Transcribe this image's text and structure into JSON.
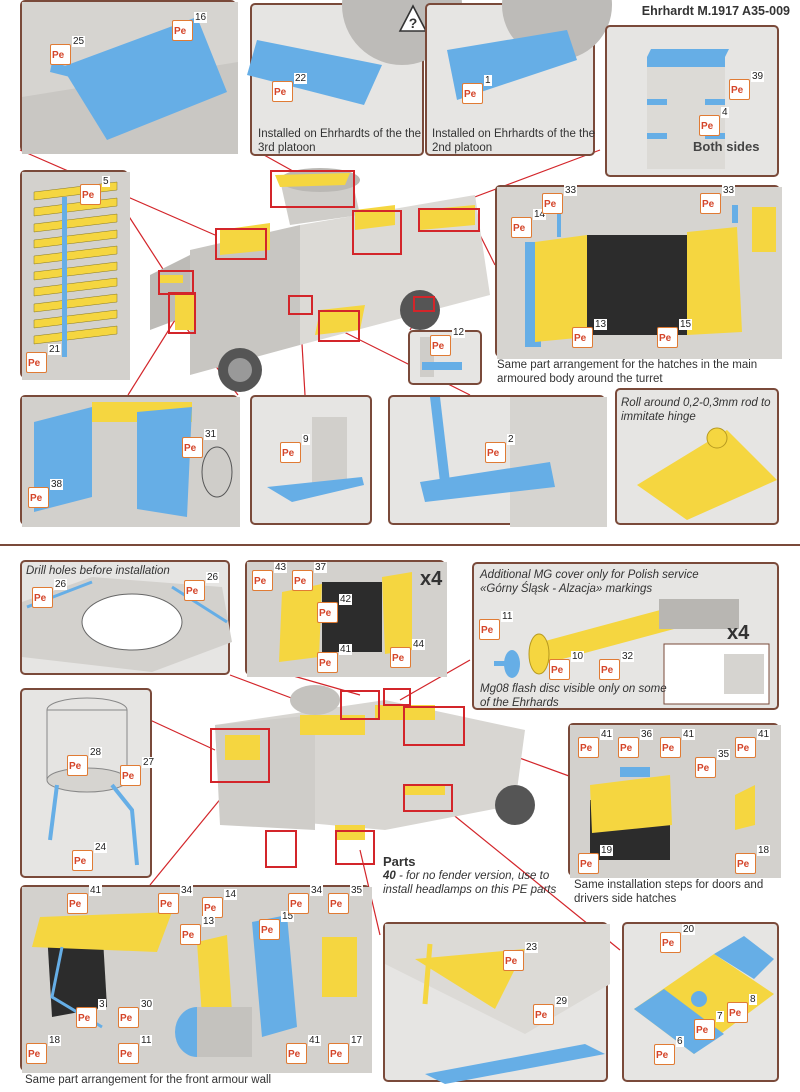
{
  "header": {
    "title": "Ehrhardt M.1917 A35-009"
  },
  "pe_prefix": "Pe",
  "colors": {
    "blue": "#66aee6",
    "yellow": "#f5d640",
    "frame": "#7a4a3a",
    "callout": "#d3252a",
    "tag": "#e07b34"
  },
  "top_panels": {
    "p3rd_caption": "Installed on Ehrhardts of the the 3rd platoon",
    "p2nd_caption": "Installed on Ehrhardts of the the 2nd platoon",
    "both_sides": "Both sides",
    "warning_symbol": "?",
    "hatch_caption": "Same part arrangement for the hatches in the main armoured body around the turret",
    "hinge_caption": "Roll around 0,2-0,3mm rod to immitate hinge"
  },
  "bottom_panels": {
    "drill_caption": "Drill holes before installation",
    "x4_a": "x4",
    "x4_b": "x4",
    "mg_caption": "Additional MG cover only for Polish service «Górny Śląsk - Alzacja» markings",
    "flash_caption": "Mg08 flash disc visible only on some of the Ehrhards",
    "parts_title": "Parts",
    "parts_num": "40",
    "parts_text": " - for no fender version, use to install headlamps on this PE parts",
    "doors_caption": "Same installation steps for doors and drivers side hatches",
    "front_caption": "Same part arrangement for the front armour wall"
  },
  "tags": [
    "25",
    "16",
    "22",
    "1",
    "39",
    "4",
    "5",
    "21",
    "14",
    "33",
    "33",
    "13",
    "15",
    "12",
    "38",
    "31",
    "9",
    "2",
    "26",
    "26",
    "43",
    "37",
    "42",
    "41",
    "44",
    "11",
    "10",
    "32",
    "28",
    "27",
    "24",
    "41",
    "36",
    "41",
    "41",
    "35",
    "19",
    "18",
    "41",
    "34",
    "14",
    "13",
    "15",
    "34",
    "35",
    "3",
    "30",
    "18",
    "11",
    "41",
    "17",
    "23",
    "29",
    "20",
    "8",
    "7",
    "6"
  ]
}
